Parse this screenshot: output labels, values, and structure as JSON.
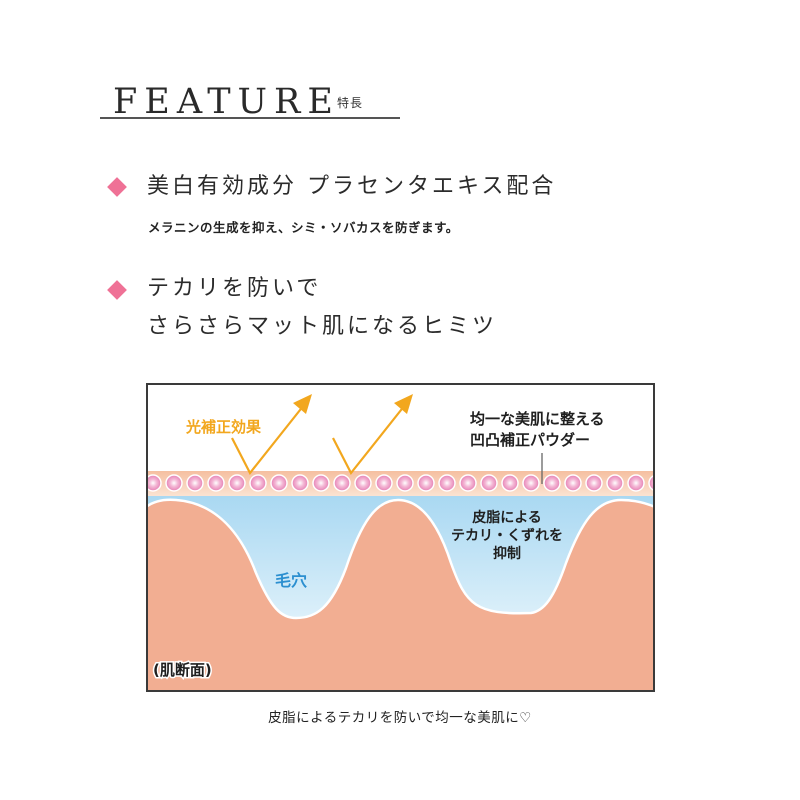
{
  "header": {
    "title": "FEATURE",
    "subtitle": "特長"
  },
  "features": [
    {
      "icon": "diamond-bullet-icon",
      "heading_lines": [
        "美白有効成分 プラセンタエキス配合"
      ],
      "description": "メラニンの生成を抑え、シミ・ソバカスを防ぎます。"
    },
    {
      "icon": "diamond-bullet-icon",
      "heading_lines": [
        "テカリを防いで",
        "さらさらマット肌になるヒミツ"
      ],
      "description": ""
    }
  ],
  "diagram": {
    "labels": {
      "light_correction": "光補正効果",
      "powder_line1": "均一な美肌に整える",
      "powder_line2": "凹凸補正パウダー",
      "sebum_line1": "皮脂による",
      "sebum_line2": "テカリ・くずれを",
      "sebum_line3": "抑制",
      "pore": "毛穴",
      "cross_section": "(肌断面)"
    },
    "colors": {
      "skin": "#f2ae92",
      "powder_band": "#f7c9ad",
      "sphere": "#e98bbb",
      "sebum_blue": "#a9d8f2",
      "arrow": "#f2a71e",
      "pore_text": "#2b8fd0",
      "bullet": "#ef7196"
    }
  },
  "caption": "皮脂によるテカリを防いで均一な美肌に♡"
}
